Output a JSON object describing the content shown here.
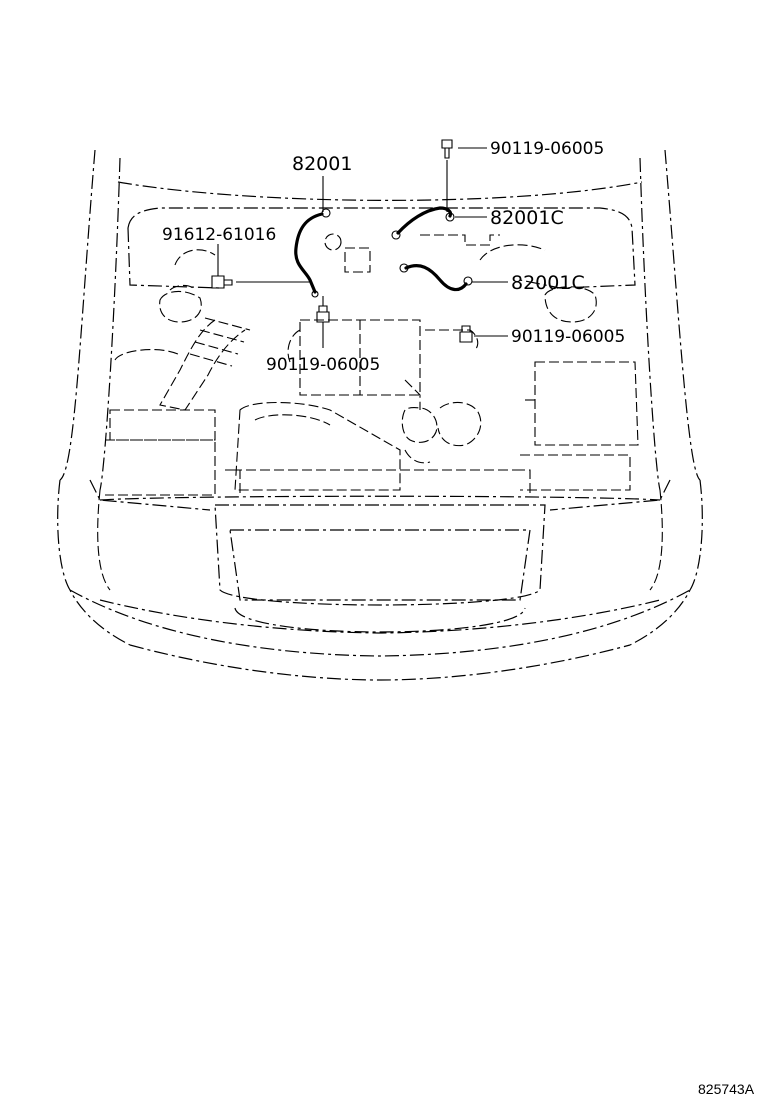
{
  "diagram": {
    "labels": {
      "ground_strap_main": "82001",
      "ground_strap_c_upper": "82001C",
      "ground_strap_c_lower": "82001C",
      "bolt_top": "90119-06005",
      "bolt_right": "90119-06005",
      "bolt_center": "90119-06005",
      "bolt_left": "91612-61016"
    },
    "figure_code": "825743A"
  }
}
